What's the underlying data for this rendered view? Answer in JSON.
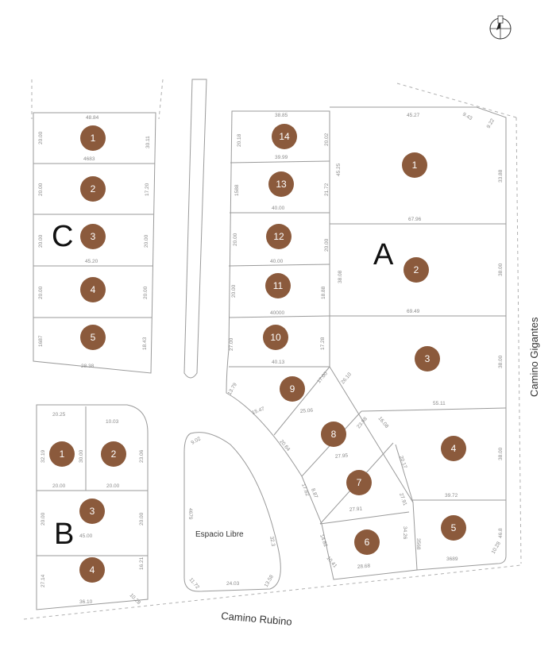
{
  "blocks": {
    "A": "A",
    "B": "B",
    "C": "C"
  },
  "roads": {
    "east": "Camino Gigantes",
    "south": "Camino Rubino"
  },
  "open_space": "Espacio Libre",
  "lot_color": "#8b5a3c",
  "lots": {
    "C": [
      "1",
      "2",
      "3",
      "4",
      "5"
    ],
    "B": [
      "1",
      "2",
      "3",
      "4"
    ],
    "middle": [
      "14",
      "13",
      "12",
      "11",
      "10",
      "9",
      "8",
      "7",
      "6"
    ],
    "A": [
      "1",
      "2",
      "3",
      "4",
      "5"
    ]
  },
  "dims": {
    "c1_top": "48.84",
    "c1_left": "20.00",
    "c1_right": "30.11",
    "c1_bottom": "4683",
    "c2_left": "20.00",
    "c2_right": "17.20",
    "c3_left": "20.00",
    "c3_right": "20.00",
    "c3_bottom": "45.20",
    "c4_left": "20.00",
    "c4_right": "20.00",
    "c5_left": "1687",
    "c5_right": "18.43",
    "c5_bottom": "28.38",
    "b1_top": "20.25",
    "b2_top": "10.03",
    "b1_left": "32.19",
    "b1_mid": "30.00",
    "b2_right": "23.06",
    "b1_bottom": "20.00",
    "b2_bottom": "20.00",
    "b3_left": "20.00",
    "b3_right": "20.00",
    "b3_mid": "45.00",
    "b4_left": "27.14",
    "b4_right": "16.21",
    "b4_bottom": "36.10",
    "b4_corner": "10.28",
    "m14_top": "38.85",
    "m14_left": "20.18",
    "m14_right": "20.02",
    "m14_bottom": "39.99",
    "m13_left": "1588",
    "m13_right": "21.72",
    "m13_bottom": "40.00",
    "a_mid": "45.25",
    "m12_left": "20.00",
    "m12_right": "20.00",
    "m12_bottom": "40.00",
    "m11_left": "20.00",
    "m11_right": "18.88",
    "m11_bottom": "40000",
    "m10_left": "27.00",
    "m10_right": "17.28",
    "m10_bottom": "40.13",
    "m9_left": "13.79",
    "m9_right": "17.00",
    "m9_a": "15.47",
    "m9_bottom": "25.06",
    "m8_left": "20.64",
    "m8_right": "23.98",
    "m8_bottom": "27.95",
    "a_diag": "26.10",
    "m7_left": "17.82",
    "m7_mid": "8.87",
    "m7_right": "20.17",
    "m7_bottom": "27.91",
    "m6_left": "14.82",
    "m6_right": "34.26",
    "m6_bottom": "28.68",
    "m6_corner": "10.41",
    "a1_top": "45.27",
    "a1_right": "9.43",
    "a1_r2": "9.22",
    "a1_r3": "33.88",
    "a1_bottom": "67.96",
    "a2_left": "38.08",
    "a2_right": "38.00",
    "a2_bottom": "69.49",
    "a3_right": "38.00",
    "a3_bottom": "55.11",
    "a4_left": "16.08",
    "a4_right": "38.00",
    "a4_bottom": "39.72",
    "a5_left": "3568",
    "a5_right": "46.8",
    "a5_bottom": "3689",
    "a5_corner": "10.28",
    "park_a": "9.02",
    "park_b": "4679",
    "park_c": "32.3",
    "park_d": "11.72",
    "park_e": "24.03",
    "park_f": "13.58"
  }
}
